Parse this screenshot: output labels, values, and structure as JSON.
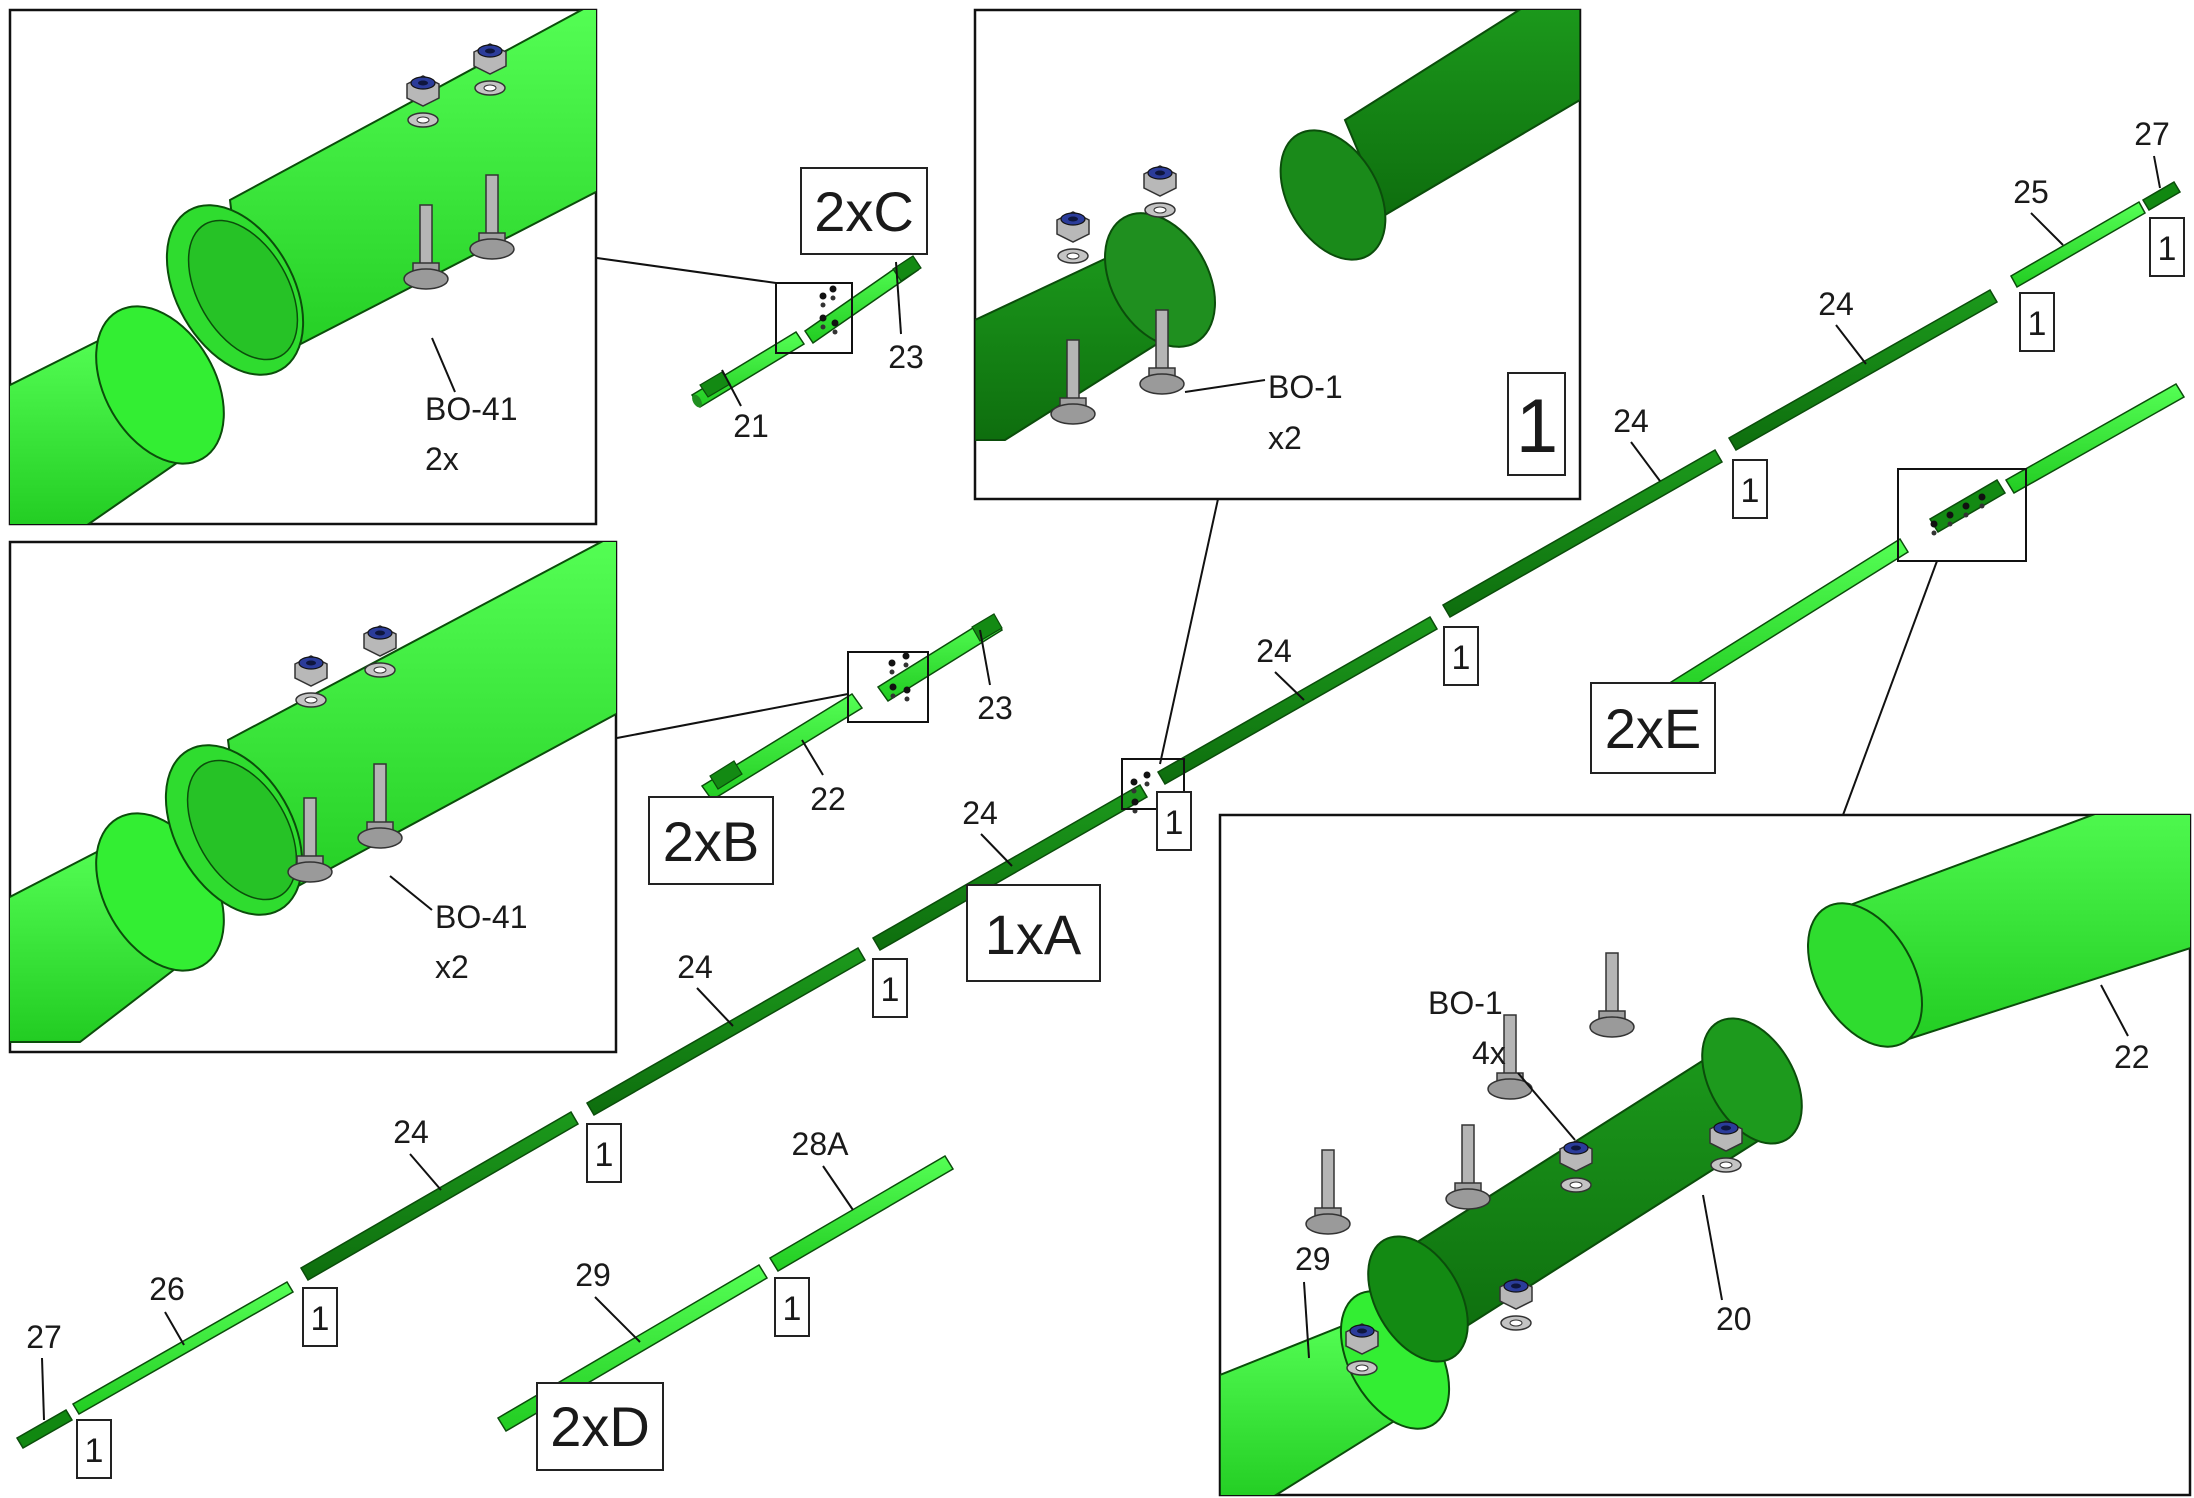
{
  "colors": {
    "tube_light": "#33ee33",
    "tube_mid": "#22cc22",
    "tube_dark": "#118811",
    "tube_edge": "#0b4d0b",
    "bolt": "#a9a9a9",
    "nut_blue": "#2b3c9a"
  },
  "icons": {
    "bolt": "carriage-bolt-icon",
    "nut": "lock-nut-icon",
    "washer": "washer-icon"
  },
  "assembly_labels": {
    "a": "1xA",
    "b": "2xB",
    "c": "2xC",
    "d": "2xD",
    "e": "2xE"
  },
  "connector_tag": "1",
  "part_numbers": {
    "p20": "20",
    "p21": "21",
    "p22": "22",
    "p23": "23",
    "p24": "24",
    "p25": "25",
    "p26": "26",
    "p27": "27",
    "p28a": "28A",
    "p29": "29"
  },
  "detail_c": {
    "hardware": "BO-41",
    "qty": "2x"
  },
  "detail_b": {
    "hardware": "BO-41",
    "qty": "x2"
  },
  "detail_a": {
    "hardware": "BO-1",
    "qty": "x2",
    "tag": "1"
  },
  "detail_e": {
    "hardware": "BO-1",
    "qty": "4x"
  }
}
